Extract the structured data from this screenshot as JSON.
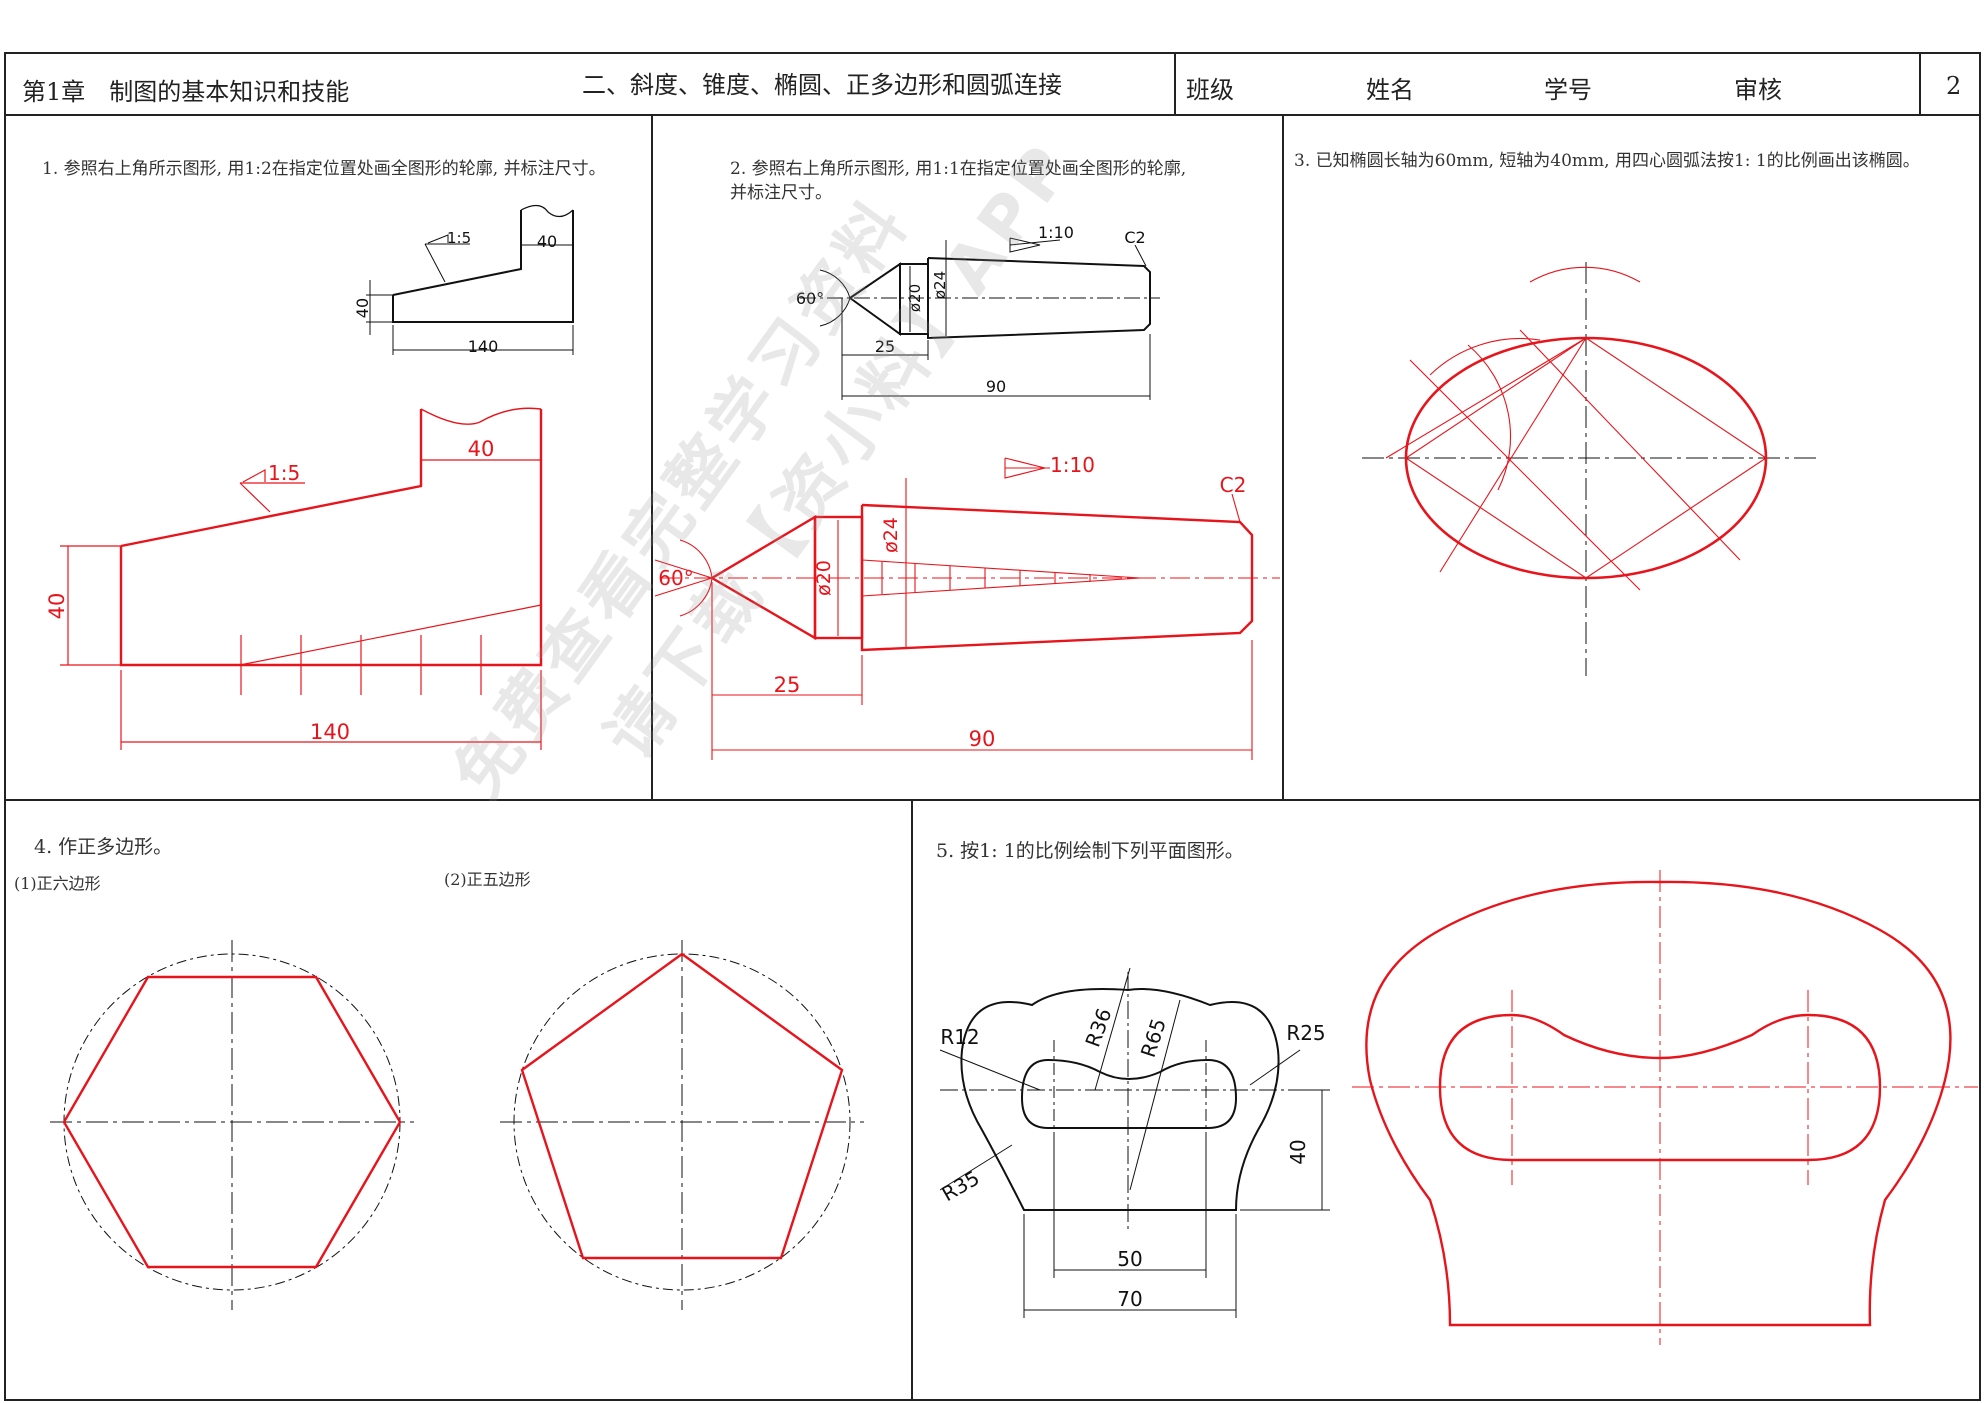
{
  "header": {
    "chapter": "第1章　制图的基本知识和技能",
    "topic": "二、斜度、锥度、椭圆、正多边形和圆弧连接",
    "class_label": "班级",
    "name_label": "姓名",
    "id_label": "学号",
    "review_label": "审核",
    "page_number": "2"
  },
  "tasks": {
    "t1": "1. 参照右上角所示图形, 用1:2在指定位置处画全图形的轮廓, 并标注尺寸。",
    "t2_line1": "2. 参照右上角所示图形, 用1:1在指定位置处画全图形的轮廓,",
    "t2_line2": "并标注尺寸。",
    "t3": "3. 已知椭圆长轴为60mm, 短轴为40mm, 用四心圆弧法按1: 1的比例画出该椭圆。",
    "t4": "4. 作正多边形。",
    "t4_hex": "(1)正六边形",
    "t4_pent": "(2)正五边形",
    "t5": "5. 按1: 1的比例绘制下列平面图形。"
  },
  "dims": {
    "slope": "1:5",
    "d40": "40",
    "d140": "140",
    "taper": "1:10",
    "c2": "C2",
    "angle60": "60°",
    "phi20": "ø20",
    "phi24": "ø24",
    "d25": "25",
    "d90": "90",
    "r12": "R12",
    "r36": "R36",
    "r65": "R65",
    "r25": "R25",
    "r35": "R35",
    "d50": "50",
    "d70": "70"
  },
  "watermark": {
    "line1": "免费查看完整学习资料",
    "line2": "请下载【资小料】APP"
  },
  "colors": {
    "frame": "#222222",
    "drawing_red": "#e8141c",
    "reference_black": "#111111"
  }
}
